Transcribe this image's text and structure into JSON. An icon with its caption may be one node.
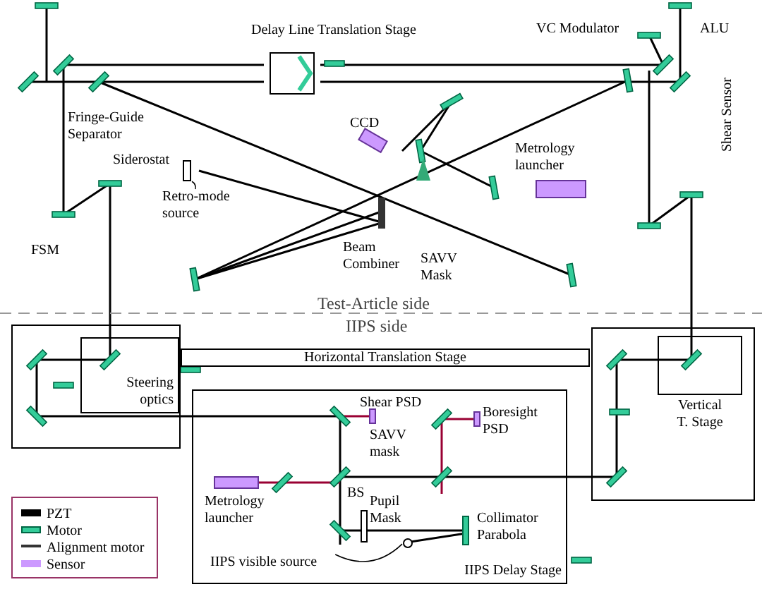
{
  "diagram": {
    "nodes": [
      {
        "text": [
          "Delay Line Translation Stage"
        ]
      },
      {
        "text": [],
        "shape": "box"
      },
      {
        "text": [
          "Steering optics"
        ],
        "in": 1
      },
      {
        "text": [
          "Horizontal Translation Stage"
        ]
      },
      {
        "text": [],
        "shape": "box"
      },
      {
        "text": [
          "Vertical T. Stage"
        ],
        "in": 4
      },
      {
        "text": [
          "IIPS Delay Stage"
        ]
      },
      {
        "text": [
          "Retro-mode source"
        ]
      },
      {
        "text": [],
        "shape": "box"
      },
      {
        "text": [
          "IIPS visible source"
        ],
        "in": 6
      },
      {
        "text": [],
        "shape": "circle",
        "in": 6
      }
    ],
    "edges": [
      {
        "from": 7,
        "to": 8,
        "arrow": "none"
      },
      {
        "from": 9,
        "to": 10,
        "arrow": "none"
      }
    ],
    "labels": [
      "VC Modulator",
      "ALU",
      "Fringe-Guide Separator",
      "CCD",
      "Shear Sensor",
      "Siderostat",
      "Metrology launcher",
      "FSM",
      "Beam Combiner",
      "SAVV Mask",
      "Test-Article side",
      "IIPS side",
      "Shear PSD",
      "Boresight PSD",
      "SAVV mask",
      "BS",
      "Metrology launcher",
      "Pupil Mask",
      "Collimator Parabola"
    ],
    "legend": [
      {
        "text": "PZT",
        "color": "#000000"
      },
      {
        "text": "Motor",
        "color": "#33cc99"
      },
      {
        "text": "Alignment motor",
        "color": "#333333"
      },
      {
        "text": "Sensor",
        "color": "#cc99ff"
      }
    ]
  }
}
